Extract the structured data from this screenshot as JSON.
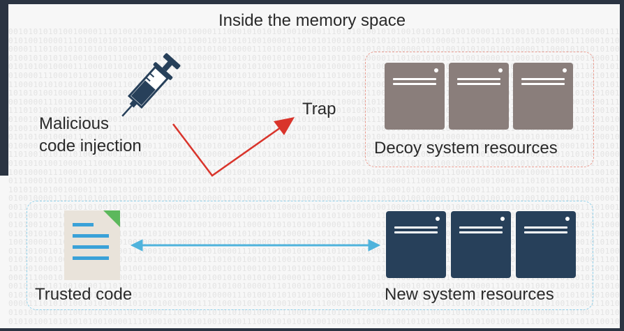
{
  "title": "Inside the memory space",
  "labels": {
    "malicious": [
      "Malicious",
      "code injection"
    ],
    "trap": "Trap",
    "decoy": "Decoy system resources",
    "trusted": "Trusted code",
    "new_resources": "New system resources"
  },
  "icons": {
    "syringe": "syringe-icon",
    "document": "document-icon",
    "server": "server-icon"
  },
  "colors": {
    "decoy_server": "#8a7e7b",
    "new_server": "#27405a",
    "trap_arrow": "#d9342b",
    "link_arrow": "#4fb3dc",
    "decoy_border": "#e89a8e",
    "new_border": "#8fd0ea"
  }
}
